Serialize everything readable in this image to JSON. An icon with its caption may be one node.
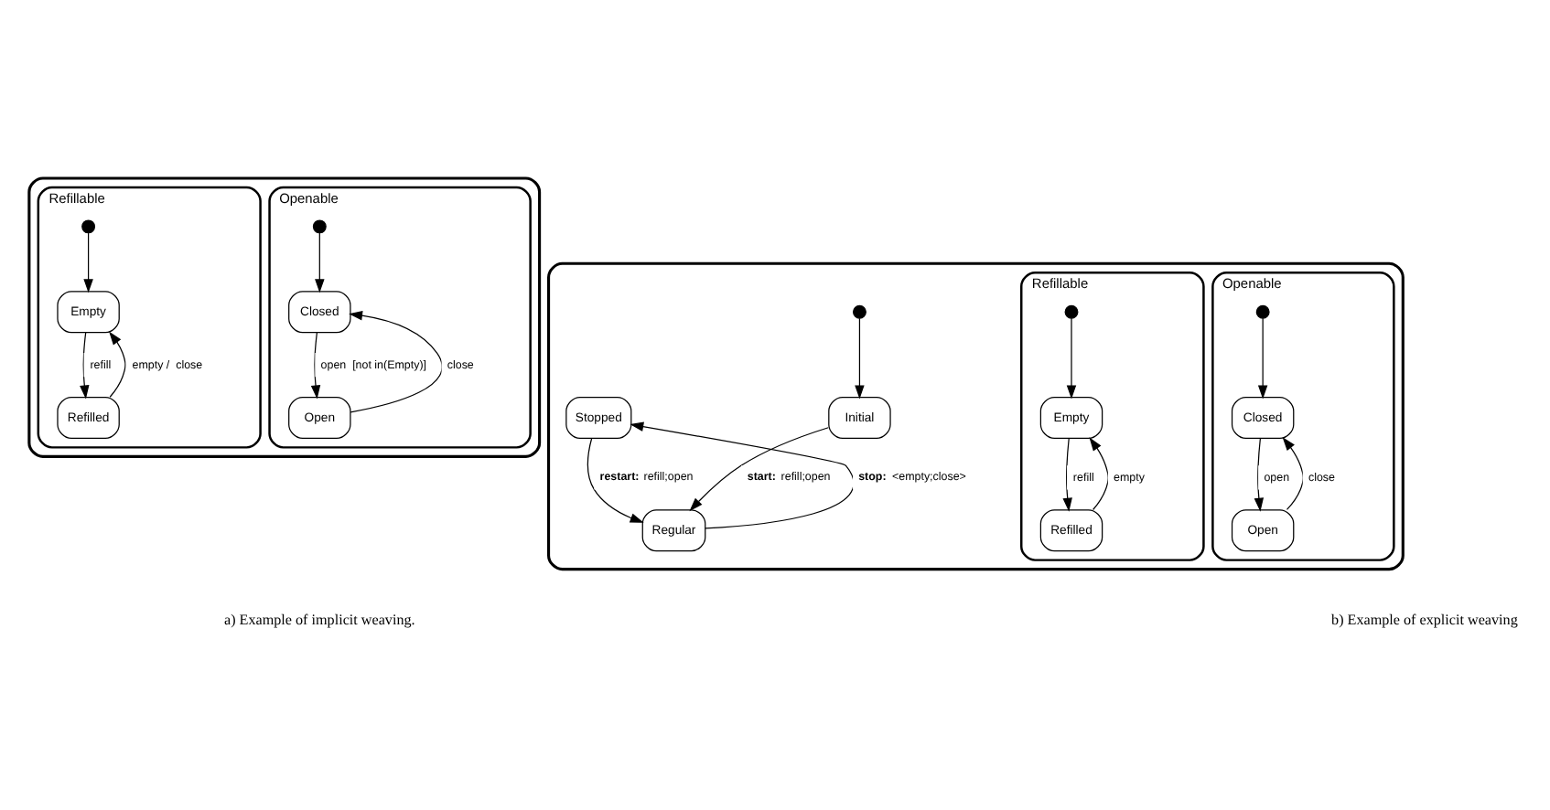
{
  "diagram": {
    "nodes": [
      {
        "text": [],
        "shape": "box"
      },
      {
        "text": [
          "Refillable"
        ],
        "in": 0
      },
      {
        "text": [
          "Empty"
        ],
        "in": 1
      },
      {
        "text": [
          "Refilled"
        ],
        "in": 1
      },
      {
        "text": [],
        "shape": "circle",
        "in": 1
      },
      {
        "text": [
          "Openable"
        ],
        "in": 0
      },
      {
        "text": [
          "Closed"
        ],
        "in": 5
      },
      {
        "text": [
          "Open"
        ],
        "in": 5
      },
      {
        "text": [],
        "shape": "circle",
        "in": 5
      },
      {
        "text": [],
        "shape": "box"
      },
      {
        "text": [
          "Refillable"
        ],
        "in": 9
      },
      {
        "text": [
          "Empty"
        ],
        "in": 10
      },
      {
        "text": [
          "Refilled"
        ],
        "in": 10
      },
      {
        "text": [],
        "shape": "circle",
        "in": 10
      },
      {
        "text": [
          "Openable"
        ],
        "in": 9
      },
      {
        "text": [
          "Closed"
        ],
        "in": 14
      },
      {
        "text": [
          "Open"
        ],
        "in": 14
      },
      {
        "text": [],
        "shape": "circle",
        "in": 14
      },
      {
        "text": [
          "Stopped"
        ],
        "in": 9
      },
      {
        "text": [
          "Regular"
        ],
        "in": 9
      },
      {
        "text": [
          "Initial"
        ],
        "in": 9
      },
      {
        "text": [],
        "shape": "circle",
        "in": 9
      }
    ],
    "edges": [
      {
        "from": 4,
        "to": 2,
        "arrow": "to"
      },
      {
        "from": 2,
        "to": 3,
        "arrow": "to",
        "label": "refill"
      },
      {
        "from": 3,
        "to": 2,
        "arrow": "to",
        "label": "empty /  close"
      },
      {
        "from": 8,
        "to": 6,
        "arrow": "to"
      },
      {
        "from": 6,
        "to": 7,
        "arrow": "to",
        "label": "open  [not in(Empty)]"
      },
      {
        "from": 7,
        "to": 6,
        "arrow": "to",
        "label": "close"
      },
      {
        "from": 13,
        "to": 11,
        "arrow": "to"
      },
      {
        "from": 11,
        "to": 12,
        "arrow": "to",
        "label": "refill"
      },
      {
        "from": 12,
        "to": 11,
        "arrow": "to",
        "label": "empty"
      },
      {
        "from": 17,
        "to": 15,
        "arrow": "to"
      },
      {
        "from": 15,
        "to": 16,
        "arrow": "to",
        "label": "open"
      },
      {
        "from": 16,
        "to": 15,
        "arrow": "to",
        "label": "close"
      },
      {
        "from": 18,
        "to": 19,
        "arrow": "to",
        "label": "**restart:** refill;open"
      },
      {
        "from": 19,
        "to": 18,
        "arrow": "to",
        "label": "**stop:** <empty;close>"
      },
      {
        "from": 21,
        "to": 20,
        "arrow": "to"
      },
      {
        "from": 20,
        "to": 19,
        "arrow": "to",
        "label": "**start:** refill;open"
      }
    ],
    "labels": [
      "a) Example of implicit weaving.",
      "b) Example of explicit weaving"
    ]
  }
}
